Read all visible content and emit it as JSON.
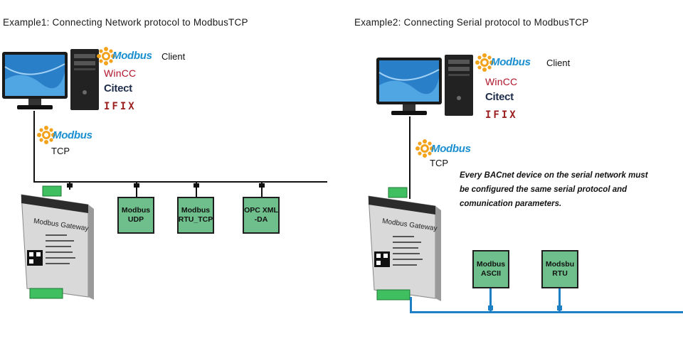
{
  "example1": {
    "title": "Example1: Connecting Network protocol  to ModbusTCP",
    "client": {
      "modbus": "Modbus",
      "client_label": "Client",
      "wincc": "WinCC",
      "citect": "Citect",
      "ifix": "IFIX"
    },
    "link": {
      "modbus": "Modbus",
      "tcp": "TCP"
    },
    "gateway_label": "Modbus Gateway",
    "nodes": [
      {
        "line1": "Modbus",
        "line2": "UDP"
      },
      {
        "line1": "Modbus",
        "line2": "RTU_TCP"
      },
      {
        "line1": "OPC XML",
        "line2": "-DA"
      }
    ]
  },
  "example2": {
    "title": "Example2: Connecting Serial protocol to ModbusTCP",
    "client": {
      "modbus": "Modbus",
      "client_label": "Client",
      "wincc": "WinCC",
      "citect": "Citect",
      "ifix": "IFIX"
    },
    "link": {
      "modbus": "Modbus",
      "tcp": "TCP"
    },
    "gateway_label": "Modbus Gateway",
    "note": [
      "Every BACnet device on the serial network must",
      "be configured the same serial protocol and",
      "comunication parameters."
    ],
    "nodes": [
      {
        "line1": "Modbus",
        "line2": "ASCII"
      },
      {
        "line1": "Modsbu",
        "line2": "RTU"
      }
    ]
  },
  "colors": {
    "node_fill": "#6ebf8b",
    "serial_bus": "#1d7fc4",
    "modbus_blue": "#1b8fd0",
    "wincc_red": "#b0142a"
  }
}
